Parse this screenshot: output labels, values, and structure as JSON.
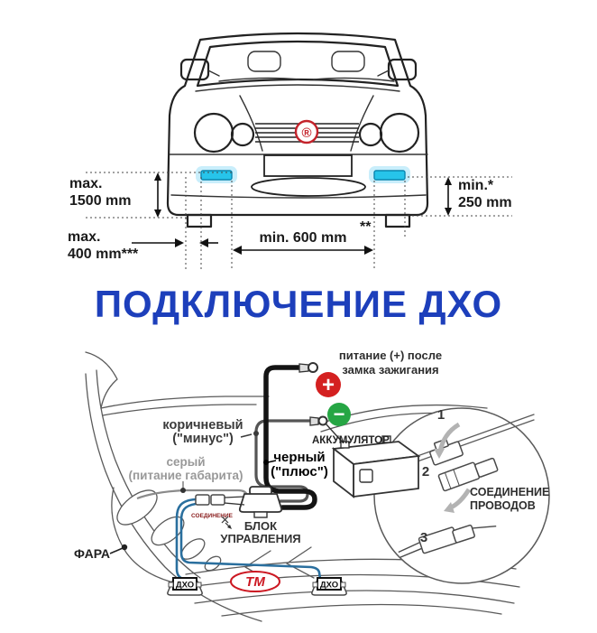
{
  "title": "ПОДКЛЮЧЕНИЕ ДХО",
  "dimensions": {
    "left_height": {
      "line1": "max.",
      "line2": "1500 mm"
    },
    "left_offset": {
      "line1": "max.",
      "line2": "400 mm***"
    },
    "right_height": {
      "line1": "min.*",
      "line2": "250 mm"
    },
    "center_width": {
      "label": "min. 600 mm",
      "asterisks": "**"
    }
  },
  "car": {
    "logo": "®"
  },
  "wiring": {
    "power_label": {
      "line1": "питание (+) после",
      "line2": "замка зажигания"
    },
    "plus_symbol": "+",
    "minus_symbol": "−",
    "brown_label": {
      "line1": "коричневый",
      "line2": "(\"минус\")"
    },
    "black_label": {
      "line1": "черный",
      "line2": "(\"плюс\")"
    },
    "gray_label": {
      "line1": "серый",
      "line2": "(питание габарита)"
    },
    "battery_label": "АККУМУЛЯТОР",
    "splice_label": "СОЕДИНЕНИЕ",
    "control_unit": {
      "line1": "БЛОК",
      "line2": "УПРАВЛЕНИЯ"
    },
    "headlight_label": "ФАРА",
    "drl_left": "ДХО",
    "drl_right": "ДХО",
    "tm_logo": "ТМ",
    "inset": {
      "step1": "1",
      "step2": "2",
      "step3": "3",
      "caption_line1": "СОЕДИНЕНИЕ",
      "caption_line2": "ПРОВОДОВ"
    }
  },
  "colors": {
    "accent_blue": "#1d3fbb",
    "drl_cyan": "#27c4ea",
    "plus_red": "#d42020",
    "minus_green": "#26a644",
    "wire_blue": "#2a6f9e",
    "tm_red": "#cc1822",
    "logo_red": "#c4232b"
  }
}
